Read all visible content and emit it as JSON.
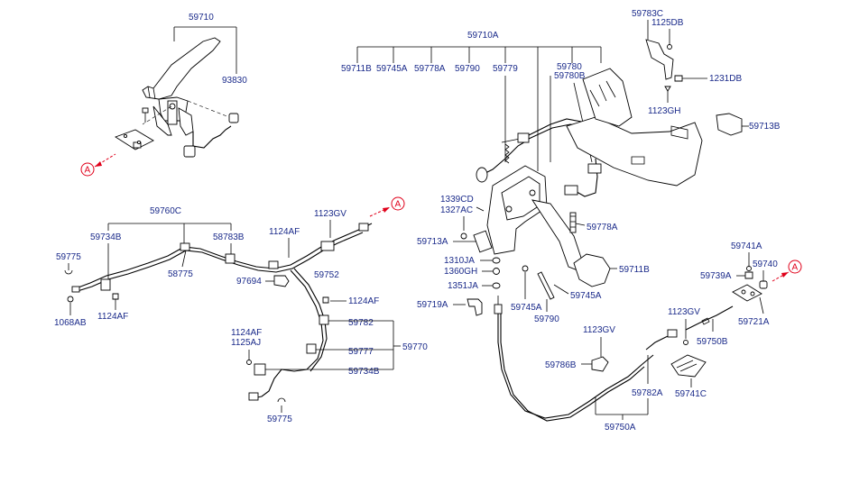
{
  "labels": {
    "p59710": "59710",
    "p93830": "93830",
    "p59710A": "59710A",
    "p59711B_top": "59711B",
    "p59745A_top": "59745A",
    "p59778A_top": "59778A",
    "p59790_top": "59790",
    "p59779": "59779",
    "p59780": "59780",
    "p59780B": "59780B",
    "p59783C": "59783C",
    "p1125DB": "1125DB",
    "p1231DB": "1231DB",
    "p1123GH": "1123GH",
    "p59713B": "59713B",
    "p59760C": "59760C",
    "p59734B_l": "59734B",
    "p58783B": "58783B",
    "p1124AF_a": "1124AF",
    "p1123GV_a": "1123GV",
    "p59775_a": "59775",
    "p58775": "58775",
    "p1068AB": "1068AB",
    "p1124AF_b": "1124AF",
    "p59752": "59752",
    "p97694": "97694",
    "p1124AF_c": "1124AF",
    "p59782_l": "59782",
    "p1124AF_d": "1124AF",
    "p1125AJ": "1125AJ",
    "p59777": "59777",
    "p59770": "59770",
    "p59734B_r": "59734B",
    "p59775_b": "59775",
    "p1339CD": "1339CD",
    "p1327AC": "1327AC",
    "p59713A": "59713A",
    "p1310JA": "1310JA",
    "p1360GH": "1360GH",
    "p1351JA": "1351JA",
    "p59719A": "59719A",
    "p59745A_b": "59745A",
    "p59790_b": "59790",
    "p59745A_r": "59745A",
    "p59778A_r": "59778A",
    "p59711B_r": "59711B",
    "p59741A": "59741A",
    "p59740": "59740",
    "p59739A": "59739A",
    "p59721A": "59721A",
    "p1123GV_b": "1123GV",
    "p59750B": "59750B",
    "p1123GV_c": "1123GV",
    "p59786B": "59786B",
    "p59782A": "59782A",
    "p59741C": "59741C",
    "p59750A": "59750A"
  },
  "refs": {
    "ref_left": "A",
    "ref_mid": "A",
    "ref_right": "A"
  },
  "colors": {
    "label": "#1a2a8a",
    "reference": "#e0001a",
    "line": "#000000"
  }
}
